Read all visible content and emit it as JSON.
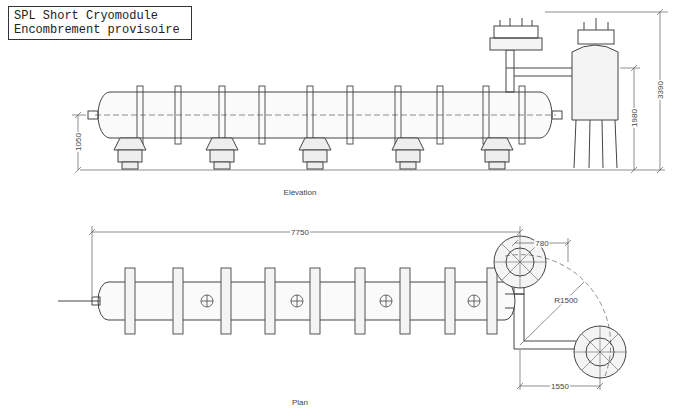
{
  "diagram": {
    "title": "SPL Short Cryomodule Encombrement provisoire",
    "labels": [
      "1050",
      "3390",
      "1980",
      "Elévation",
      "7750",
      "780",
      "R1500",
      "1550",
      "Plan"
    ]
  }
}
